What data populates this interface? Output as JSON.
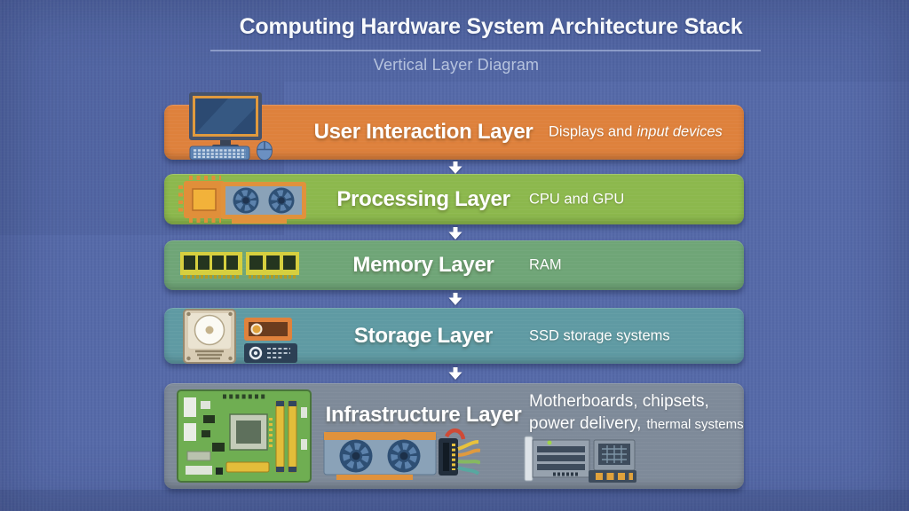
{
  "header": {
    "title": "Computing Hardware System Architecture Stack",
    "subtitle": "Vertical Layer Diagram"
  },
  "background_color": "#5569a8",
  "arrow_color": "#ffffff",
  "layers": [
    {
      "name": "User Interaction Layer",
      "desc_plain": "Displays and",
      "desc_italic": "input devices",
      "color": "#de813c",
      "icons": [
        "desktop-computer-icon",
        "mouse-icon"
      ]
    },
    {
      "name": "Processing Layer",
      "desc": "CPU and GPU",
      "color": "#8cb84d",
      "icons": [
        "cpu-chip-icon",
        "gpu-card-icon"
      ]
    },
    {
      "name": "Memory Layer",
      "desc": "RAM",
      "color": "#6fa577",
      "icons": [
        "ram-modules-icon"
      ]
    },
    {
      "name": "Storage Layer",
      "desc": "SSD storage systems",
      "color": "#5f9aa3",
      "icons": [
        "hard-drive-icon",
        "ssd-icon"
      ]
    },
    {
      "name": "Infrastructure Layer",
      "desc_line1": "Motherboards, chipsets,",
      "desc_line2": "power delivery,",
      "desc_line2_small": "thermal systems",
      "color": "#7e8a99",
      "icons": [
        "motherboard-icon",
        "gpu-power-cables-icon",
        "psu-thermal-panel-icon"
      ]
    }
  ]
}
